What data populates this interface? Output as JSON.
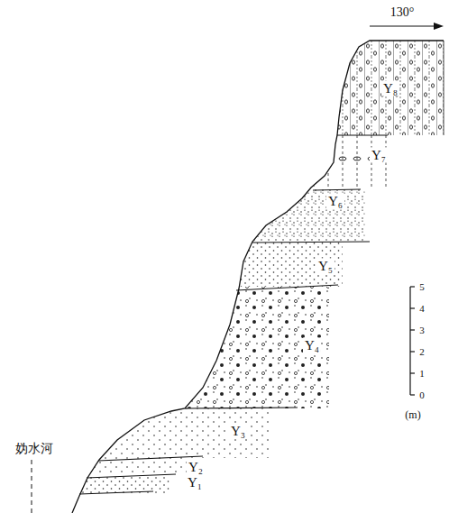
{
  "diagram": {
    "labels": [
      "130°",
      "Y₈",
      "Y₇",
      "Y₆",
      "Y₅",
      "Y₄",
      "Y₃",
      "Y₂",
      "Y₁",
      "5",
      "4",
      "3",
      "2",
      "1",
      "0",
      "(m)",
      "妫水河"
    ]
  }
}
